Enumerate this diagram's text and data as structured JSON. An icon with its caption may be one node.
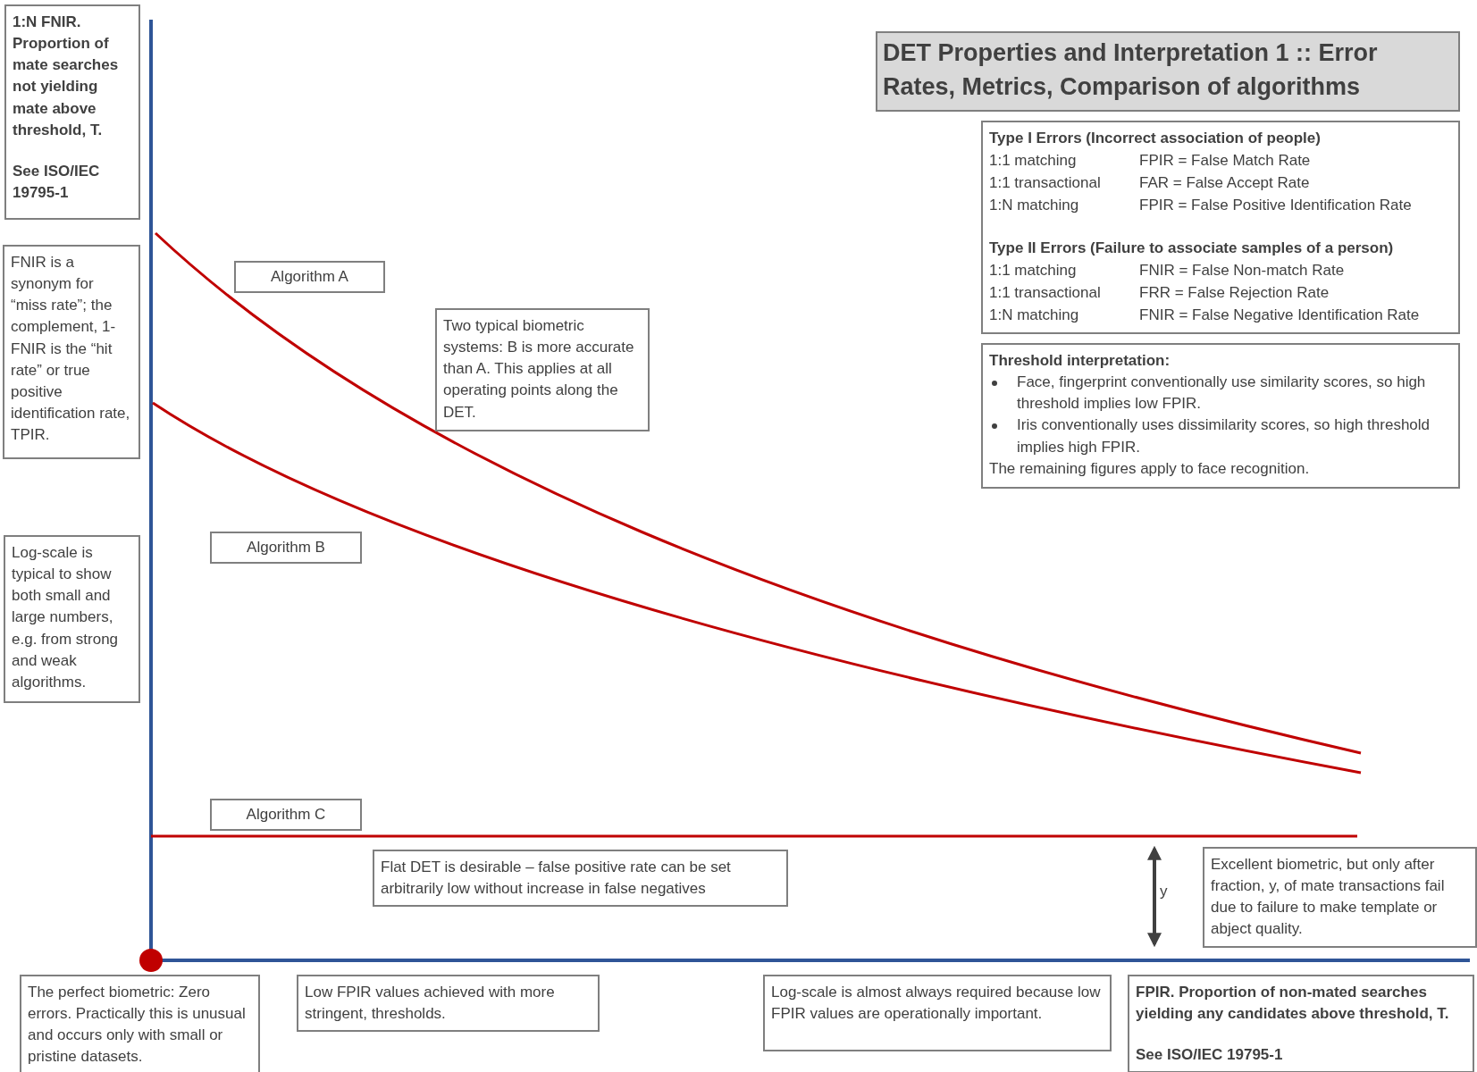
{
  "diagram": {
    "title": "DET Properties and Interpretation 1 :: Error Rates, Metrics, Comparison of algorithms",
    "nodes": [
      {
        "text": [
          "1:N FNIR. Proportion of mate searches not yielding mate above threshold, T.",
          "See ISO/IEC 19795-1"
        ]
      },
      {
        "text": [
          "FNIR is a synonym for “miss rate”; the complement, 1-FNIR is the “hit rate” or true positive identification rate, TPIR."
        ]
      },
      {
        "text": [
          "Algorithm A"
        ]
      },
      {
        "text": [
          "Two typical biometric systems: B is more accurate than A. This applies at all operating points along the DET."
        ]
      },
      {
        "text": [
          "Type I Errors (Incorrect association of people)",
          "1:1 matching",
          "FPIR = False Match Rate",
          "1:1 transactional",
          "FAR = False Accept Rate",
          "1:N matching",
          "FPIR = False Positive Identification Rate",
          "Type II Errors (Failure to associate samples of a person)",
          "1:1 matching",
          "FNIR = False Non-match Rate",
          "1:1 transactional",
          "FRR = False Rejection Rate",
          "1:N matching",
          "FNIR = False Negative Identification Rate"
        ]
      },
      {
        "text": [
          "Threshold interpretation:",
          "Face, fingerprint conventionally use similarity scores, so high threshold implies low FPIR.",
          "Iris conventionally uses dissimilarity scores, so high threshold implies high FPIR.",
          "The remaining figures apply to face recognition."
        ]
      },
      {
        "text": [
          "Log-scale is typical to show both small and large numbers, e.g. from strong and weak algorithms."
        ]
      },
      {
        "text": [
          "Algorithm B"
        ]
      },
      {
        "text": [
          "Algorithm C"
        ]
      },
      {
        "text": [
          "Flat DET is desirable – false positive rate can be set arbitrarily low without increase in false negatives"
        ]
      },
      {
        "text": [
          "Excellent biometric, but only after fraction, y, of mate transactions fail due to failure to make template or abject quality."
        ]
      },
      {
        "text": [
          "The perfect biometric: Zero errors. Practically this is unusual and occurs only with small or pristine datasets."
        ]
      },
      {
        "text": [
          "Low FPIR values achieved with more stringent, thresholds."
        ]
      },
      {
        "text": [
          "Log-scale is almost always required because low FPIR values are operationally important."
        ]
      },
      {
        "text": [
          "FPIR. Proportion of non-mated searches yielding any candidates above threshold, T.",
          "See ISO/IEC 19795-1"
        ]
      }
    ],
    "labels": [
      "y"
    ]
  }
}
